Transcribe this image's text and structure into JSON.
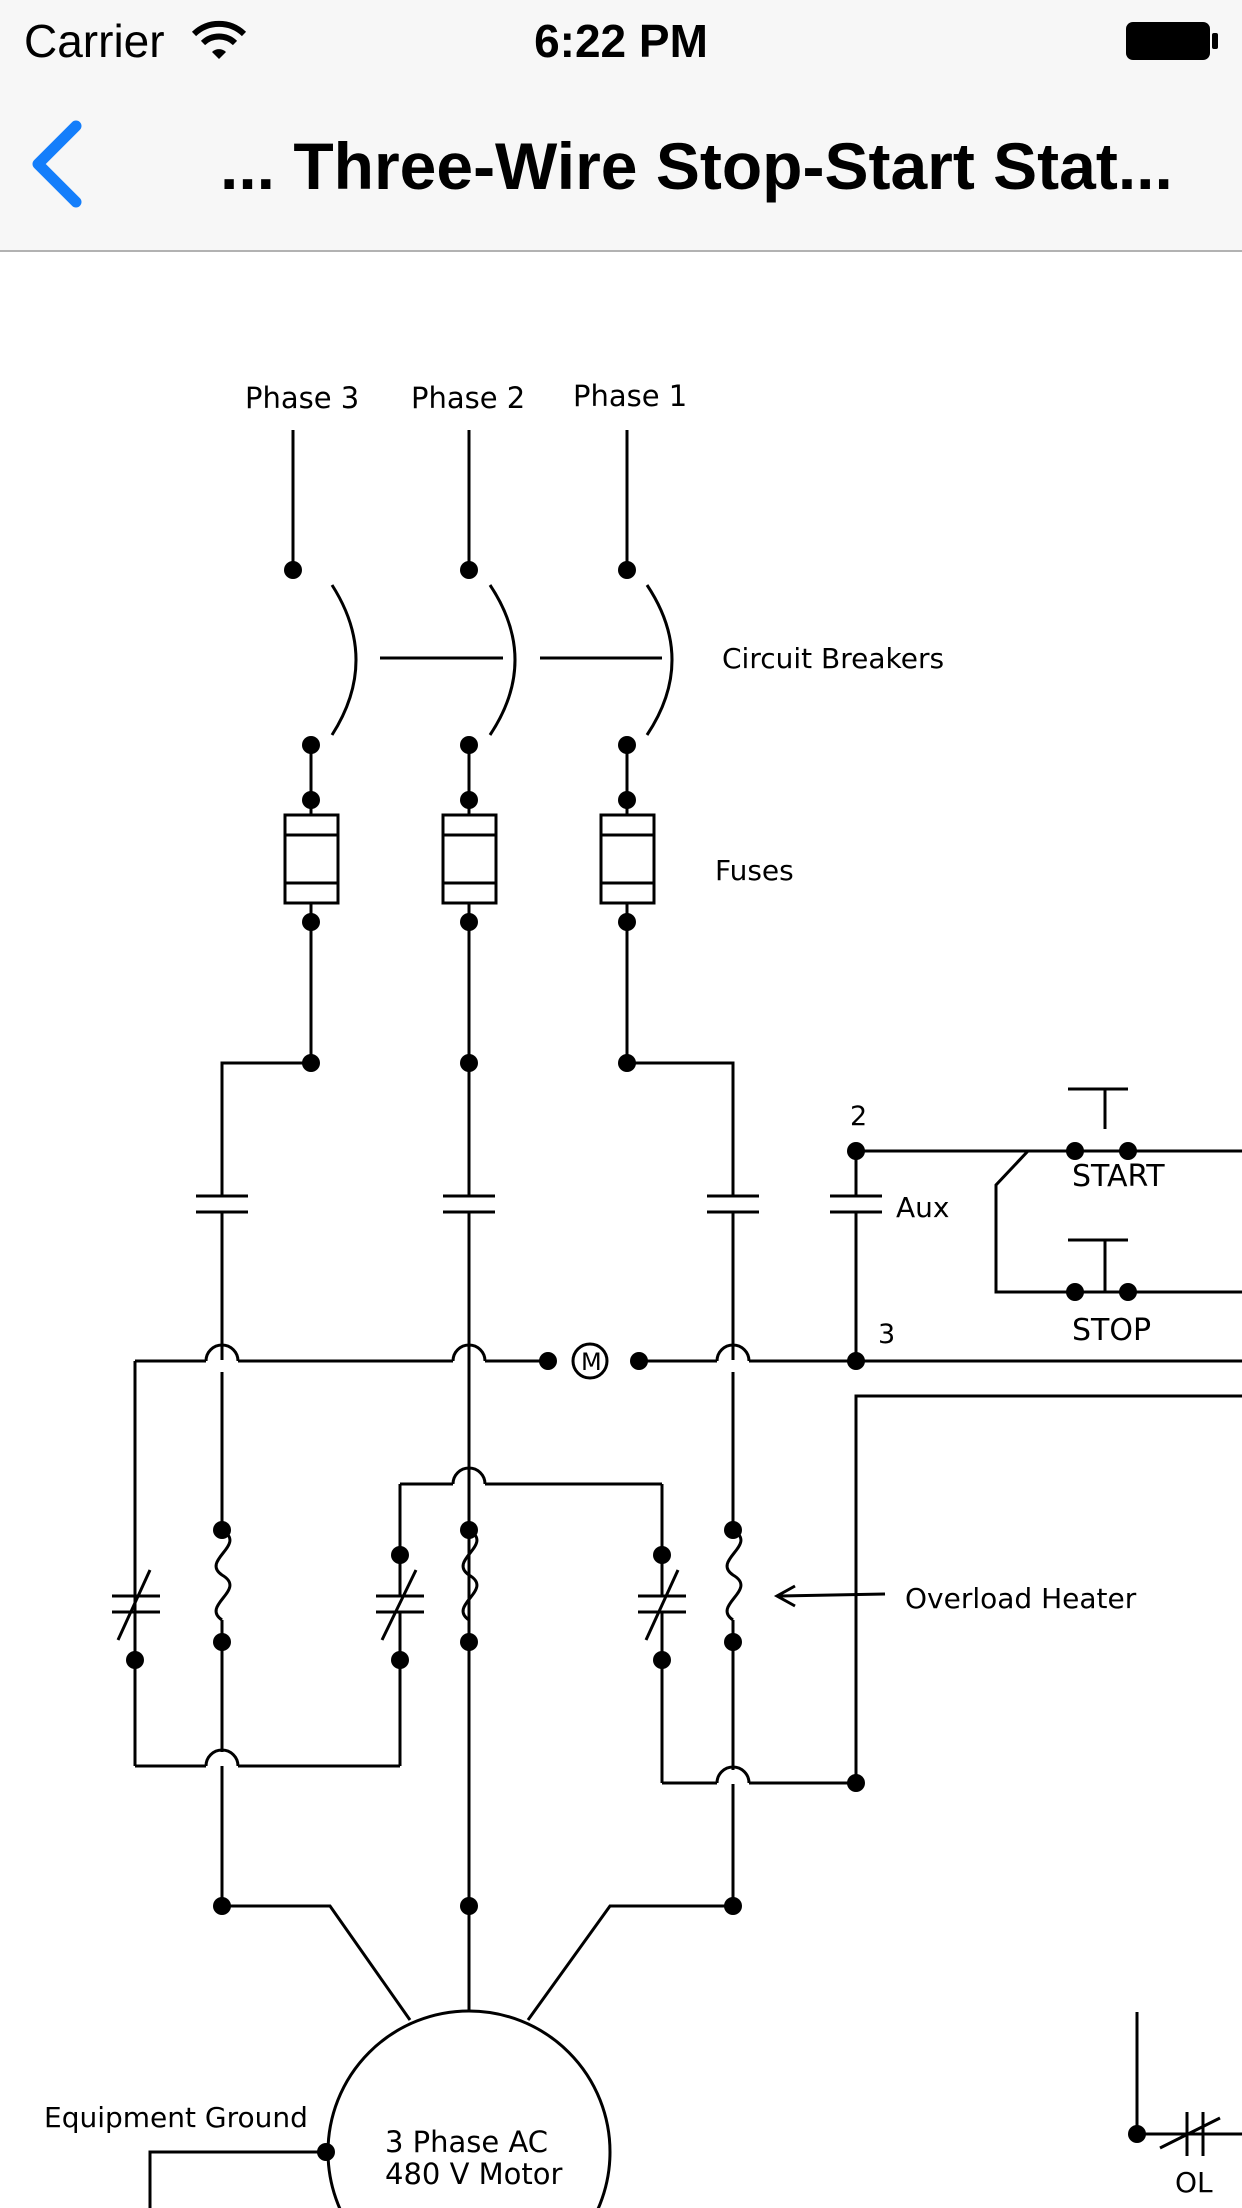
{
  "status_bar": {
    "carrier": "Carrier",
    "time": "6:22 PM",
    "wifi_icon": "wifi-icon",
    "battery_icon": "battery-icon"
  },
  "nav_bar": {
    "back_icon": "chevron-left-icon",
    "title": "... Three-Wire Stop-Start Stat..."
  },
  "diagram": {
    "phase_labels": [
      "Phase 3",
      "Phase 2",
      "Phase 1"
    ],
    "circuit_breakers": "Circuit Breakers",
    "fuses": "Fuses",
    "node_2": "2",
    "node_3": "3",
    "aux": "Aux",
    "start": "START",
    "stop": "STOP",
    "motor_symbol": "M",
    "overload_heater": "Overload Heater",
    "equipment_ground": "Equipment Ground",
    "motor_line1": "3 Phase AC",
    "motor_line2": "480 V Motor",
    "ol": "OL"
  },
  "colors": {
    "accent": "#147EFB",
    "bar_background": "#F7F7F7",
    "ink": "#000000"
  }
}
